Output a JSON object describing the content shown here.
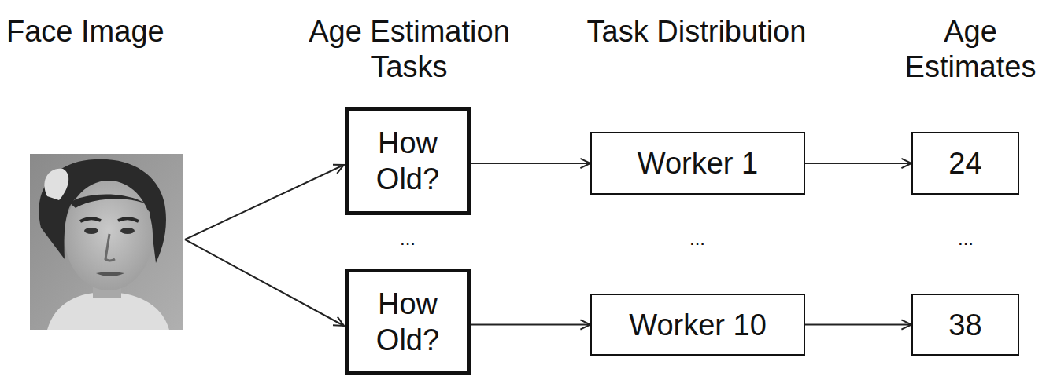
{
  "diagram": {
    "nodes": [
      {
        "text": [
          "How Old?"
        ]
      },
      {
        "text": [
          "Worker 1"
        ]
      },
      {
        "text": [
          "24"
        ]
      },
      {
        "text": [
          "How Old?"
        ]
      },
      {
        "text": [
          "Worker 10"
        ]
      },
      {
        "text": [
          "38"
        ]
      }
    ],
    "edges": [
      {
        "from": 0,
        "to": 1,
        "arrow": "to"
      },
      {
        "from": 1,
        "to": 2,
        "arrow": "to"
      },
      {
        "from": 3,
        "to": 4,
        "arrow": "to"
      },
      {
        "from": 4,
        "to": 5,
        "arrow": "to"
      }
    ],
    "labels": [
      "Face Image",
      "Age Estimation Tasks",
      "Task Distribution",
      "Age Estimates",
      "...",
      "...",
      "..."
    ]
  }
}
